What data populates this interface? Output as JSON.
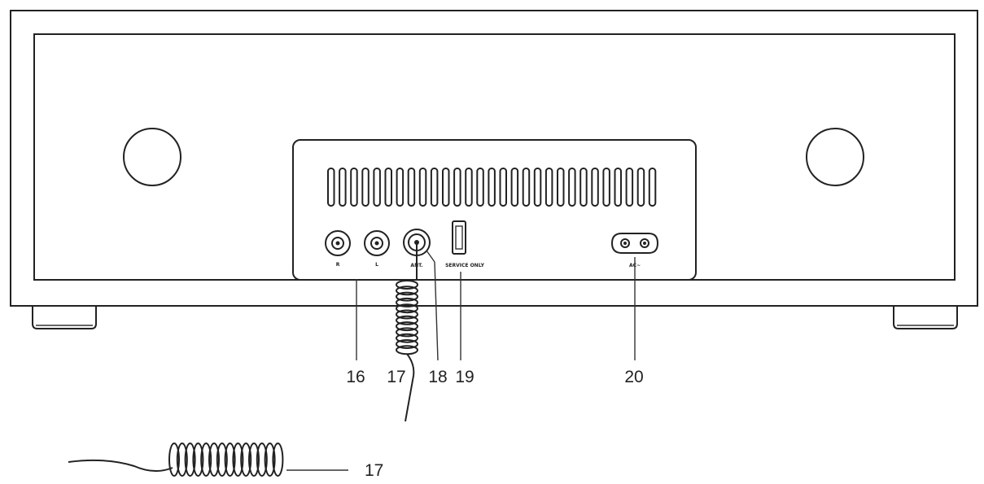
{
  "jack_labels": {
    "right": "R",
    "left": "L",
    "antenna": "ANT.",
    "service": "SERVICE ONLY",
    "ac": "AC~"
  },
  "callouts": {
    "c16": "16",
    "c17": "17",
    "c18": "18",
    "c19": "19",
    "c20": "20",
    "c17_antenna": "17"
  }
}
